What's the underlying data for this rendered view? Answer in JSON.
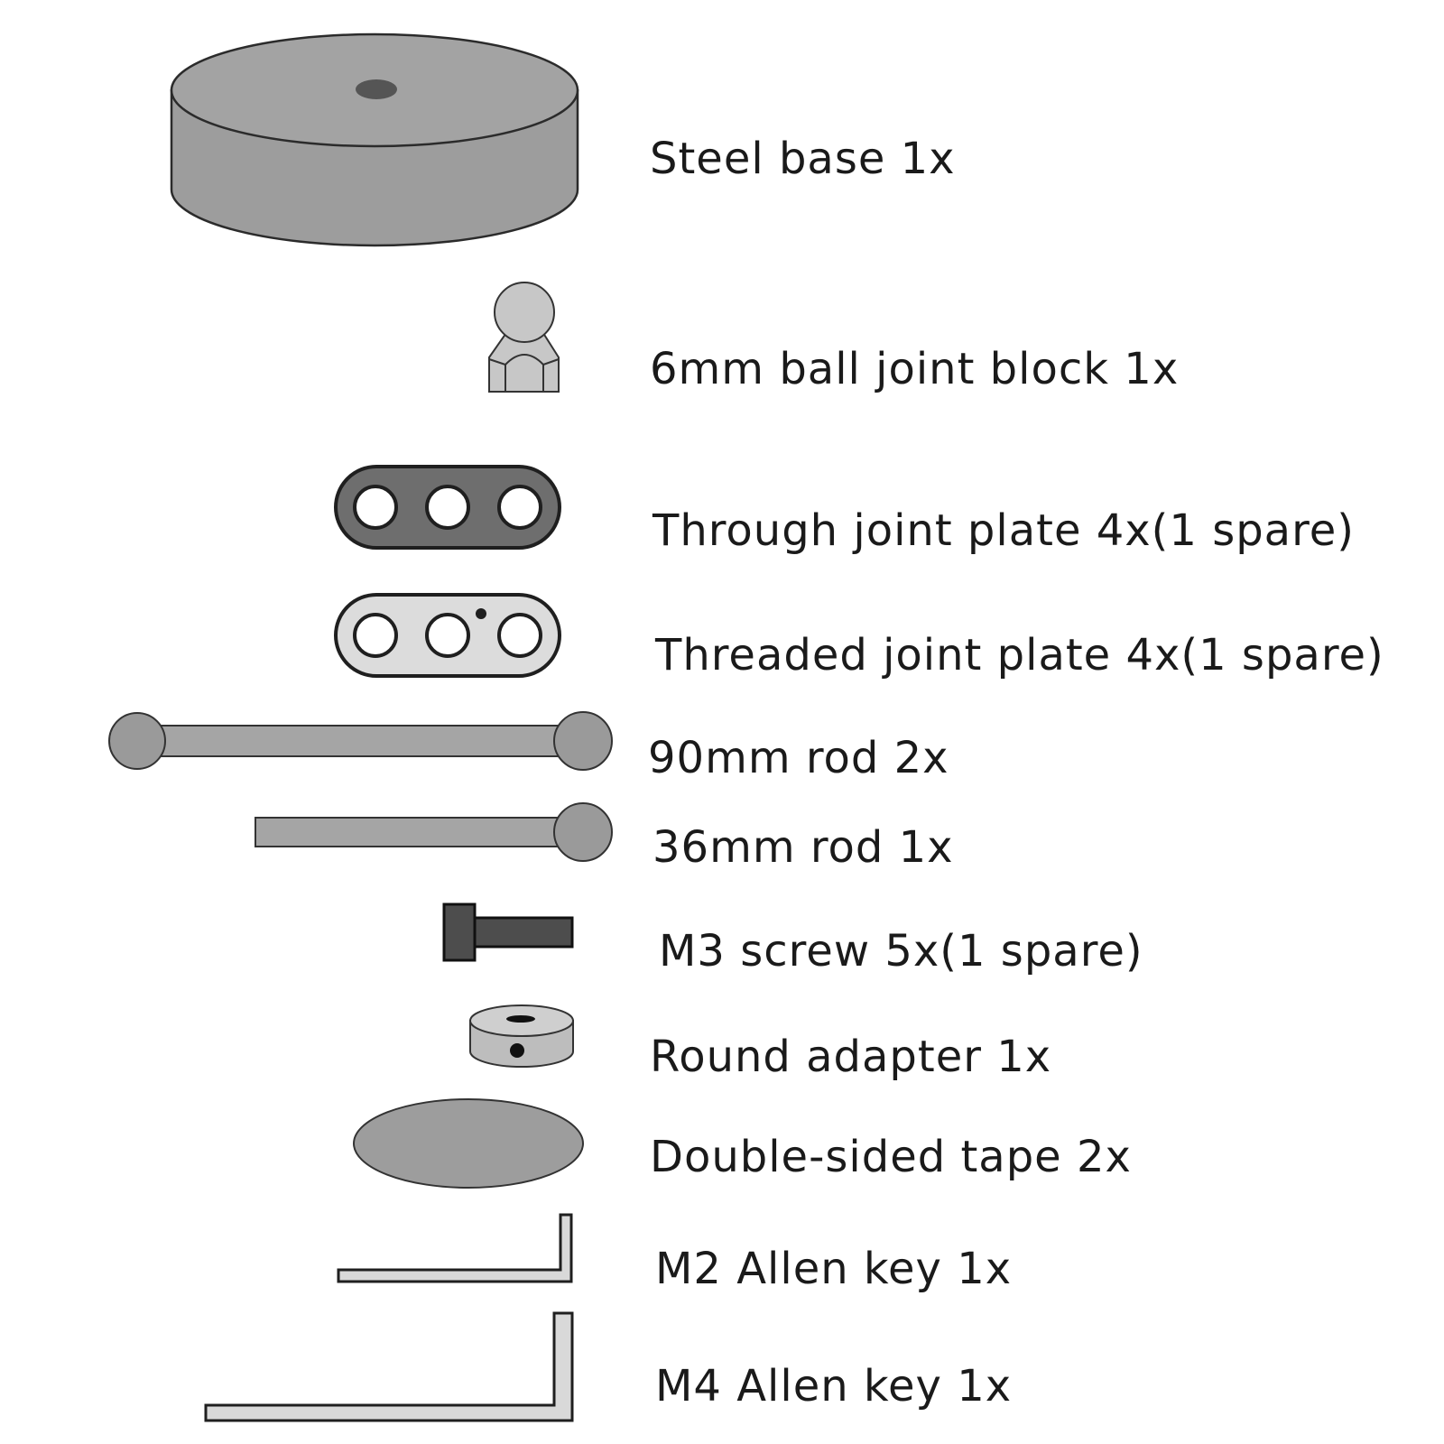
{
  "parts": [
    {
      "id": "steel-base",
      "label": "Steel base 1x"
    },
    {
      "id": "ball-joint-block",
      "label": "6mm ball joint block 1x"
    },
    {
      "id": "through-joint-plate",
      "label": "Through joint plate 4x(1 spare)"
    },
    {
      "id": "threaded-joint-plate",
      "label": "Threaded joint plate 4x(1 spare)"
    },
    {
      "id": "rod-90mm",
      "label": "90mm rod 2x"
    },
    {
      "id": "rod-36mm",
      "label": "36mm rod 1x"
    },
    {
      "id": "m3-screw",
      "label": "M3 screw 5x(1 spare)"
    },
    {
      "id": "round-adapter",
      "label": "Round adapter 1x"
    },
    {
      "id": "double-sided-tape",
      "label": "Double-sided tape 2x"
    },
    {
      "id": "m2-allen-key",
      "label": "M2 Allen key 1x"
    },
    {
      "id": "m4-allen-key",
      "label": "M4 Allen key 1x"
    }
  ],
  "colors": {
    "metal_mid": "#9d9d9d",
    "metal_light": "#bfbfbf",
    "plate_dark": "#6e6e6e",
    "plate_light": "#dcdcdc",
    "screw": "#4d4d4d",
    "outline": "#2b2b2b"
  }
}
